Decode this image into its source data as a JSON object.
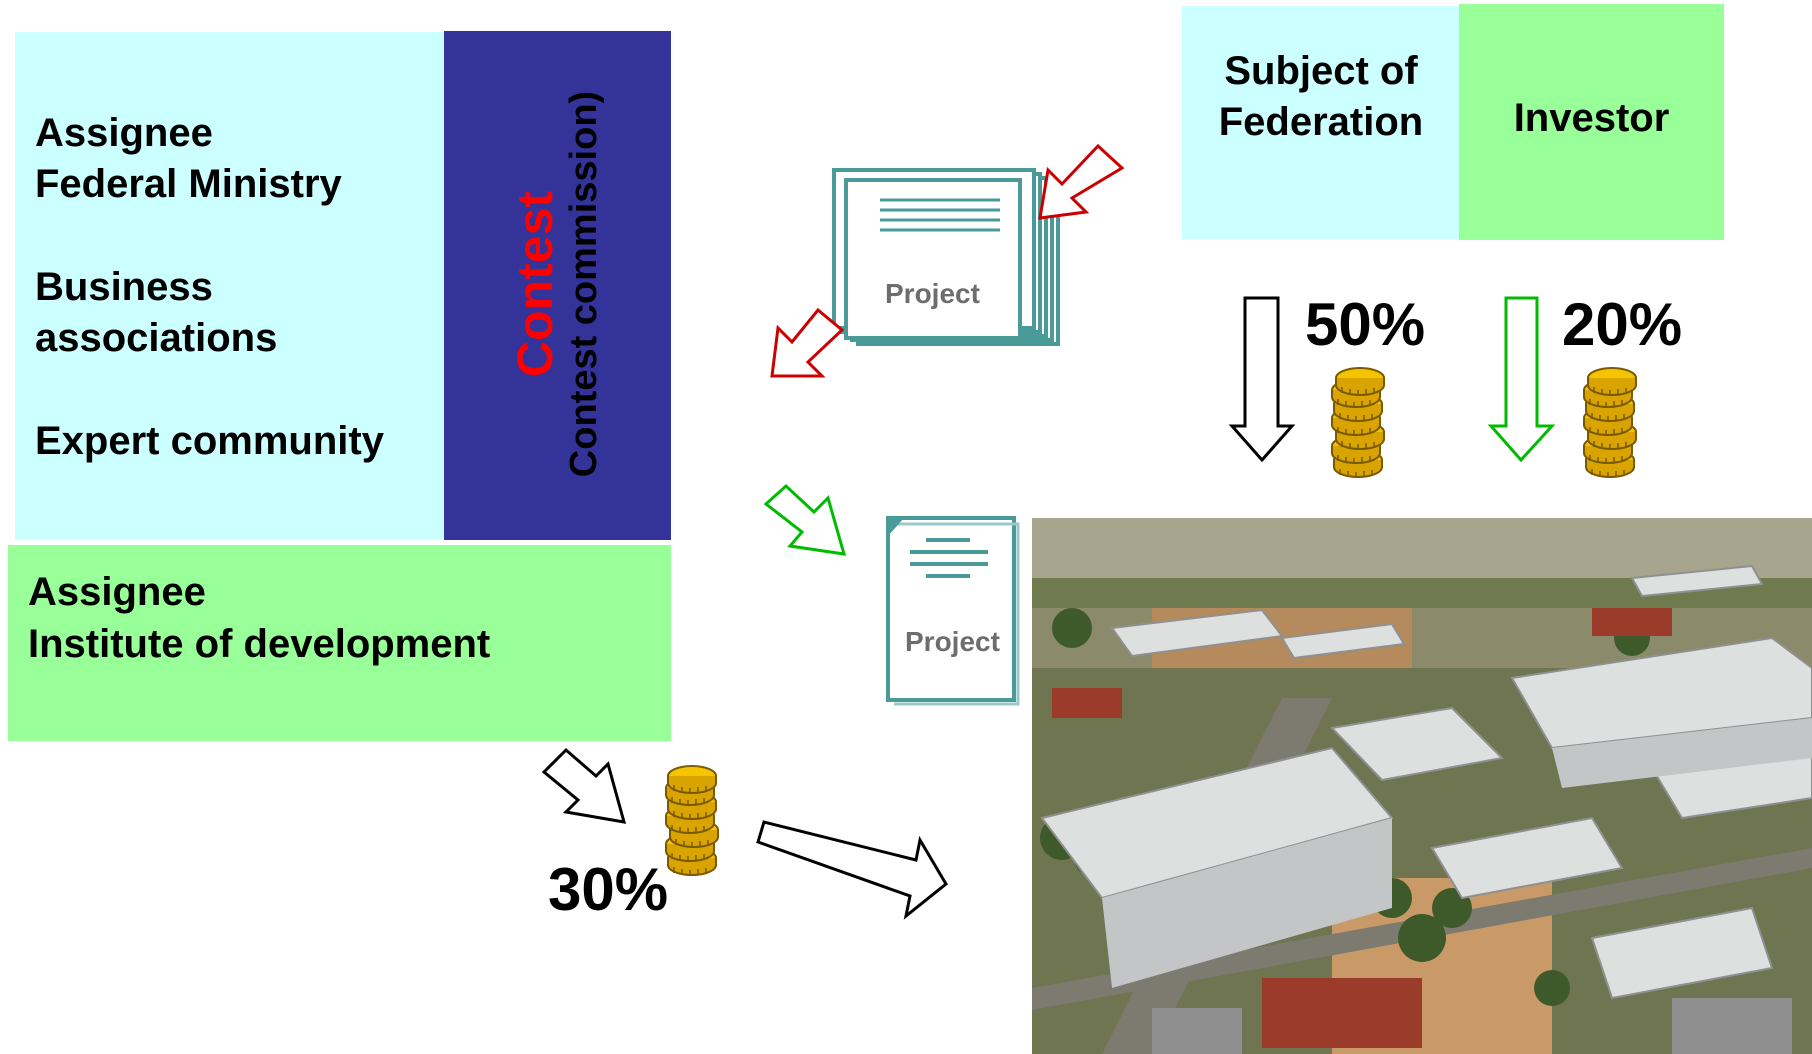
{
  "stakeholders": {
    "line1": "Assignee",
    "line2": "Federal Ministry",
    "line3": "Business",
    "line4": "associations",
    "line5": "Expert community"
  },
  "contest": {
    "title": "Contest",
    "subtitle": "Contest commission)"
  },
  "institute": {
    "line1": "Assignee",
    "line2": "Institute of development"
  },
  "funders": {
    "subject_line1": "Subject of",
    "subject_line2": "Federation",
    "investor": "Investor"
  },
  "shares": {
    "federation": "50%",
    "investor": "20%",
    "institute": "30%"
  },
  "documents": {
    "stack_label": "Project",
    "single_label": "Project"
  },
  "colors": {
    "cyan_box": "#ccffff",
    "green_box": "#99ff99",
    "navy_box": "#333399",
    "contest_red": "#ff0000",
    "arrow_red": "#cc0000",
    "arrow_green": "#00bb00",
    "document_teal": "#4a9a9a",
    "coin_gold": "#f5c400"
  },
  "icons": [
    "coin-stack-icon",
    "document-stack-icon",
    "document-icon",
    "arrow-icon"
  ]
}
